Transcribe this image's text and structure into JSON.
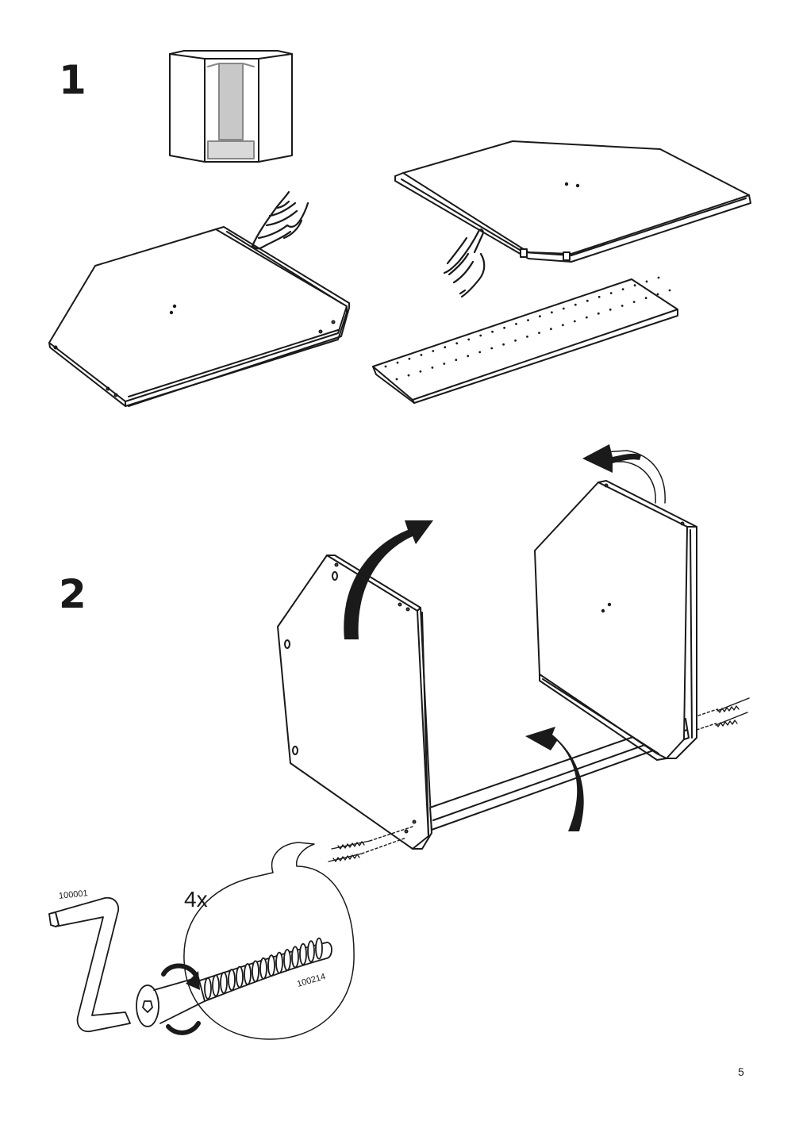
{
  "page": {
    "number": "5"
  },
  "steps": [
    {
      "number": "1"
    },
    {
      "number": "2"
    }
  ],
  "hardware": {
    "quantity": "4x",
    "wrench_code": "100001",
    "screw_code": "100214"
  },
  "icons": [
    "cabinet-icon",
    "hand-pointing-icon",
    "rotate-arrow-icon",
    "allen-wrench-icon",
    "screw-icon"
  ]
}
